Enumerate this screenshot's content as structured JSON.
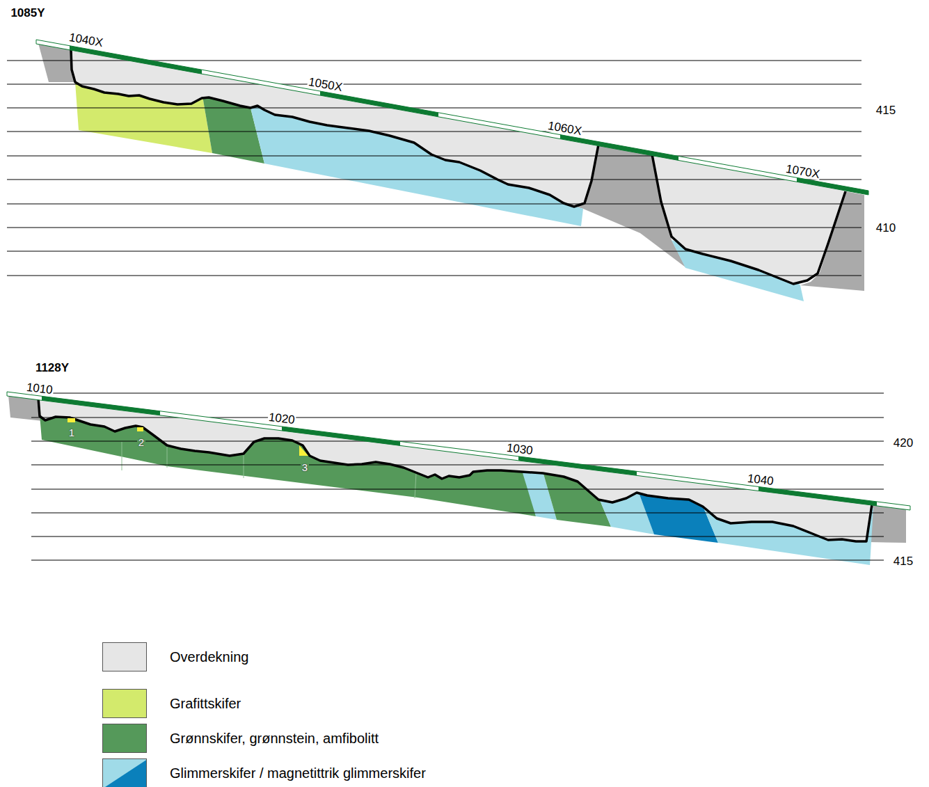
{
  "diagram": {
    "labels": [
      "1085Y",
      "1040X",
      "1050X",
      "1060X",
      "1070X",
      "415",
      "410",
      "1128Y",
      "1010",
      "1020",
      "1030",
      "1040",
      "420",
      "415",
      "1",
      "2",
      "3"
    ],
    "legend": [
      {
        "text": "Overdekning",
        "color": "#e6e6e6"
      },
      {
        "text": "Grafittskifer",
        "color": "#d3ea6c"
      },
      {
        "text": "Grønnskifer, grønnstein, amfibolitt",
        "color": "#55995a"
      },
      {
        "text": "Glimmerskifer / magnetittrik glimmerskifer",
        "color": "#a0dbe8"
      }
    ]
  }
}
